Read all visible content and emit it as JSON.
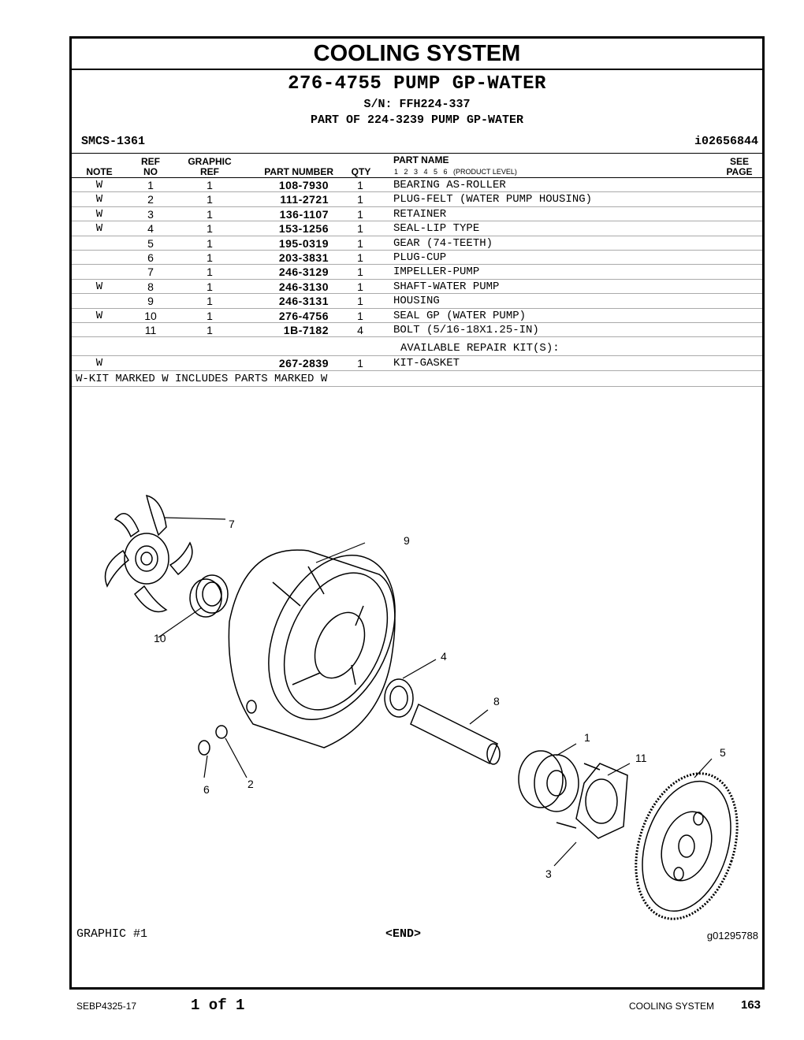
{
  "section_title": "COOLING SYSTEM",
  "group_title": "276-4755 PUMP GP-WATER",
  "serial_number": "S/N: FFH224-337",
  "part_of": "PART OF 224-3239 PUMP GP-WATER",
  "smcs": "SMCS-1361",
  "illustration_id_top": "i02656844",
  "headers": {
    "note": "NOTE",
    "ref_no_1": "REF",
    "ref_no_2": "NO",
    "graphic_ref_1": "GRAPHIC",
    "graphic_ref_2": "REF",
    "part_number": "PART NUMBER",
    "qty": "QTY",
    "part_name": "PART NAME",
    "product_level": "1   2   3   4   5   6   (PRODUCT LEVEL)",
    "see_page_1": "SEE",
    "see_page_2": "PAGE"
  },
  "parts": [
    {
      "note": "W",
      "ref": "1",
      "gref": "1",
      "pn": "108-7930",
      "qty": "1",
      "name": "BEARING AS-ROLLER"
    },
    {
      "note": "W",
      "ref": "2",
      "gref": "1",
      "pn": "111-2721",
      "qty": "1",
      "name": "PLUG-FELT (WATER PUMP HOUSING)"
    },
    {
      "note": "W",
      "ref": "3",
      "gref": "1",
      "pn": "136-1107",
      "qty": "1",
      "name": "RETAINER"
    },
    {
      "note": "W",
      "ref": "4",
      "gref": "1",
      "pn": "153-1256",
      "qty": "1",
      "name": "SEAL-LIP TYPE"
    },
    {
      "note": "",
      "ref": "5",
      "gref": "1",
      "pn": "195-0319",
      "qty": "1",
      "name": "GEAR (74-TEETH)"
    },
    {
      "note": "",
      "ref": "6",
      "gref": "1",
      "pn": "203-3831",
      "qty": "1",
      "name": "PLUG-CUP"
    },
    {
      "note": "",
      "ref": "7",
      "gref": "1",
      "pn": "246-3129",
      "qty": "1",
      "name": "IMPELLER-PUMP"
    },
    {
      "note": "W",
      "ref": "8",
      "gref": "1",
      "pn": "246-3130",
      "qty": "1",
      "name": "SHAFT-WATER PUMP"
    },
    {
      "note": "",
      "ref": "9",
      "gref": "1",
      "pn": "246-3131",
      "qty": "1",
      "name": "HOUSING"
    },
    {
      "note": "W",
      "ref": "10",
      "gref": "1",
      "pn": "276-4756",
      "qty": "1",
      "name": "SEAL GP (WATER PUMP)"
    },
    {
      "note": "",
      "ref": "11",
      "gref": "1",
      "pn": "1B-7182",
      "qty": "4",
      "name": "BOLT (5/16-18X1.25-IN)"
    }
  ],
  "repair_kit_title": "AVAILABLE REPAIR KIT(S):",
  "kit": {
    "note": "W",
    "pn": "267-2839",
    "qty": "1",
    "name": "KIT-GASKET"
  },
  "footnote": "W-KIT MARKED W INCLUDES PARTS MARKED W",
  "callouts": [
    "7",
    "9",
    "10",
    "4",
    "8",
    "1",
    "11",
    "5",
    "6",
    "2",
    "3"
  ],
  "graphic_label": "GRAPHIC #1",
  "end_label": "<END>",
  "graphic_id": "g01295788",
  "footer": {
    "doc_number": "SEBP4325-17",
    "page_of": "1 of 1",
    "section": "COOLING SYSTEM",
    "page_number": "163"
  }
}
